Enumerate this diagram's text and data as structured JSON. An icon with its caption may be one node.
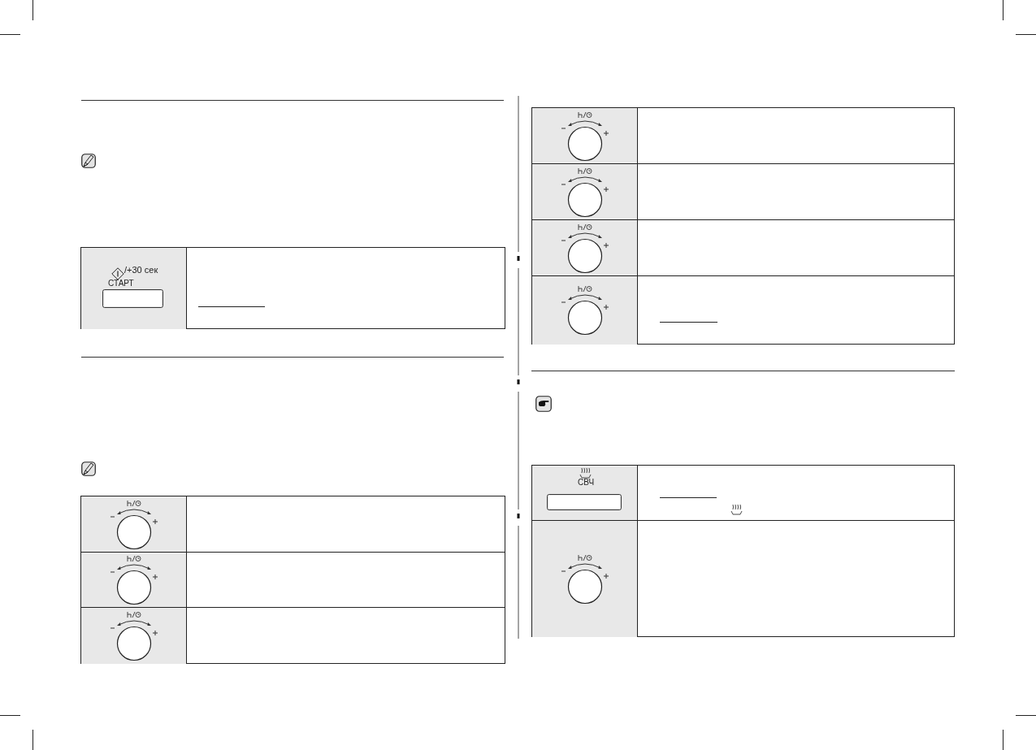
{
  "diagram": {
    "labels": [
      "/+30 сек",
      "СТАРТ",
      "СВЧ"
    ]
  }
}
